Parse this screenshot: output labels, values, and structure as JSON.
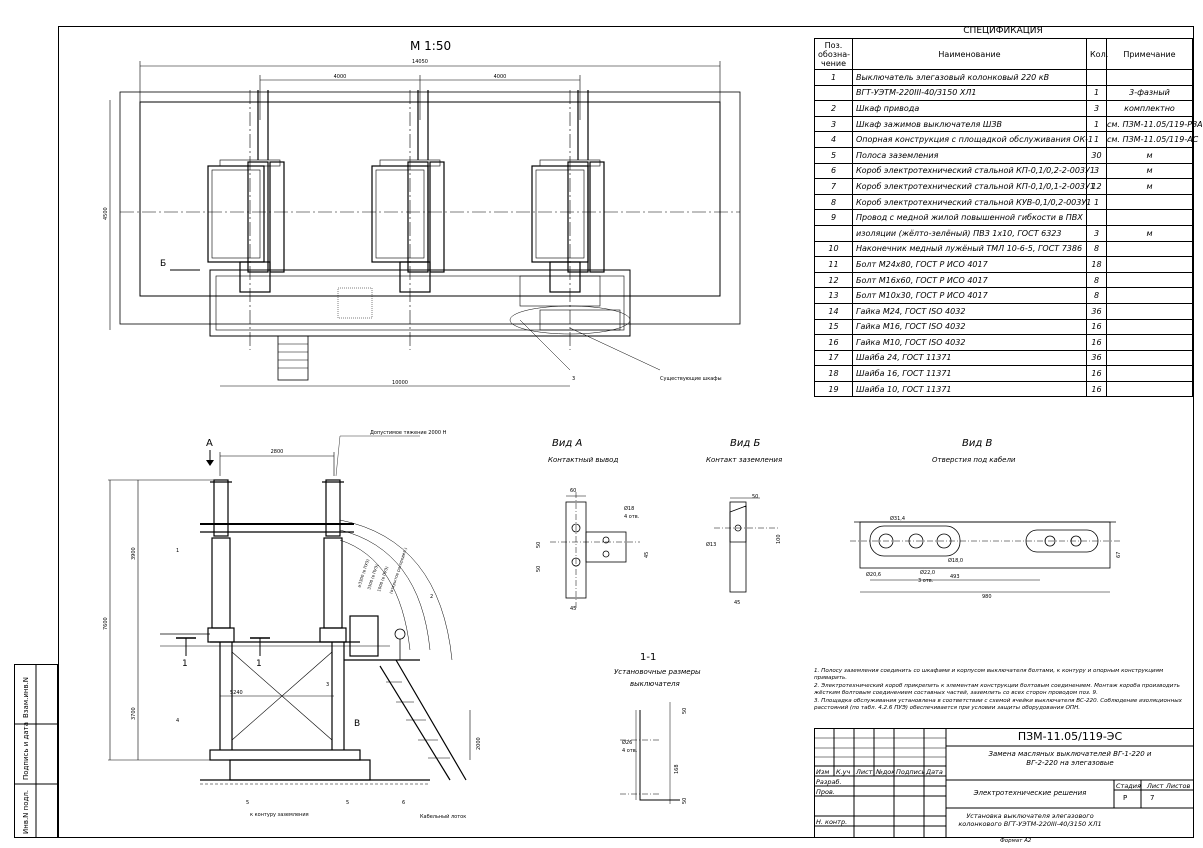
{
  "scale_label": "М 1:50",
  "spec": {
    "caption": "СПЕЦИФИКАЦИЯ",
    "headers": {
      "pos": "Поз. обозна-чение",
      "name": "Наименование",
      "qty": "Кол.",
      "note": "Примечание"
    },
    "rows": [
      {
        "pos": "1",
        "name": "Выключатель элегазовый колонковый 220 кВ",
        "qty": "",
        "note": ""
      },
      {
        "pos": "",
        "name": "ВГТ-УЭТМ-220III-40/3150 ХЛ1",
        "qty": "1",
        "note": "3-фазный"
      },
      {
        "pos": "2",
        "name": "Шкаф привода",
        "qty": "3",
        "note": "комплектно"
      },
      {
        "pos": "3",
        "name": "Шкаф зажимов выключателя ШЗВ",
        "qty": "1",
        "note": "см. ПЗМ-11.05/119-РЗА"
      },
      {
        "pos": "4",
        "name": "Опорная конструкция с площадкой обслуживания ОК-1",
        "qty": "1",
        "note": "см. ПЗМ-11.05/119-АС"
      },
      {
        "pos": "5",
        "name": "Полоса заземления",
        "qty": "30",
        "note": "м"
      },
      {
        "pos": "6",
        "name": "Короб электротехнический стальной КП-0,1/0,2-2-003У1",
        "qty": "3",
        "note": "м"
      },
      {
        "pos": "7",
        "name": "Короб электротехнический стальной КП-0,1/0,1-2-003У1",
        "qty": "12",
        "note": "м"
      },
      {
        "pos": "8",
        "name": "Короб электротехнический стальной КУВ-0,1/0,2-003У1",
        "qty": "1",
        "note": ""
      },
      {
        "pos": "9",
        "name": "Провод с медной жилой повышенной гибкости в ПВХ",
        "qty": "",
        "note": ""
      },
      {
        "pos": "",
        "name": "изоляции (жёлто-зелёный) ПВЗ 1х10, ГОСТ 6323",
        "qty": "3",
        "note": "м"
      },
      {
        "pos": "10",
        "name": "Наконечник медный лужёный ТМЛ 10-6-5, ГОСТ 7386",
        "qty": "8",
        "note": ""
      },
      {
        "pos": "11",
        "name": "Болт М24х80, ГОСТ Р ИСО 4017",
        "qty": "18",
        "note": ""
      },
      {
        "pos": "12",
        "name": "Болт М16х60, ГОСТ Р ИСО 4017",
        "qty": "8",
        "note": ""
      },
      {
        "pos": "13",
        "name": "Болт М10х30, ГОСТ Р ИСО 4017",
        "qty": "8",
        "note": ""
      },
      {
        "pos": "14",
        "name": "Гайка М24, ГОСТ ISO 4032",
        "qty": "36",
        "note": ""
      },
      {
        "pos": "15",
        "name": "Гайка М16, ГОСТ ISO 4032",
        "qty": "16",
        "note": ""
      },
      {
        "pos": "16",
        "name": "Гайка М10, ГОСТ ISO 4032",
        "qty": "16",
        "note": ""
      },
      {
        "pos": "17",
        "name": "Шайба 24, ГОСТ 11371",
        "qty": "36",
        "note": ""
      },
      {
        "pos": "18",
        "name": "Шайба 16, ГОСТ 11371",
        "qty": "16",
        "note": ""
      },
      {
        "pos": "19",
        "name": "Шайба 10, ГОСТ 11371",
        "qty": "16",
        "note": ""
      }
    ]
  },
  "plan": {
    "dim_total": "14050",
    "dim_spacing_1": "4000",
    "dim_spacing_2": "4000",
    "dim_depth": "4500",
    "dim_bottom": "10000",
    "marker_b": "Б",
    "label_existing": "Существующие шкафы",
    "callout_3": "3"
  },
  "elevation": {
    "marker_a": "А",
    "load_note": "Допустимое тяжение 2000 Н",
    "dim_top": "2800",
    "dim_height_total": "7600",
    "dim_upper": "3900",
    "dim_lower": "3700",
    "dim_base": "5240",
    "dim_right": "2000",
    "section_mark": "1",
    "marker_v": "В",
    "label_ground": "к контуру заземления",
    "label_cable": "Кабельный лоток",
    "callouts": [
      "1",
      "2",
      "3",
      "4",
      "5",
      "5",
      "6"
    ],
    "clearance_1": "≥3300 (в ПУЭ)",
    "clearance_2": "3300 (в ПУЭ)",
    "clearance_3": "1000 (в ПУЭ)",
    "clearance_4": "(открытое распредел.)"
  },
  "view_a": {
    "title": "Вид А",
    "subtitle": "Контактный вывод",
    "dims": [
      "60",
      "Ø18",
      "4 отв.",
      "50",
      "50",
      "45",
      "45"
    ]
  },
  "view_b": {
    "title": "Вид Б",
    "subtitle": "Контакт заземления",
    "dims": [
      "50",
      "Ø13",
      "100",
      "45"
    ]
  },
  "view_v": {
    "title": "Вид В",
    "subtitle": "Отверстия под кабели",
    "dims": [
      "Ø31,4",
      "Ø18,0",
      "Ø20,6",
      "Ø22,0",
      "3 отв.",
      "493",
      "980",
      "67"
    ]
  },
  "section": {
    "title": "1-1",
    "subtitle": "Установочные размеры выключателя",
    "dims": [
      "50",
      "Ø26",
      "4 отв.",
      "168",
      "50"
    ]
  },
  "notes": [
    "1. Полосу заземления соединить со шкафами и корпусом выключателя болтами, к контуру и опорным конструкциям приварить.",
    "2. Электротехнический короб прикрепить к элементам конструкции болтовым соединением. Монтаж короба производить жёстким болтовым соединением составных частей, заземлить со всех сторон проводом поз. 9.",
    "3. Площадка обслуживания установлена в соответствии с схемой ячейки выключателя ВС-220. Соблюдение изоляционных расстояний (по табл. 4.2.6 ПУЭ) обеспечивается при условии защиты оборудования ОПН."
  ],
  "title_block": {
    "code": "ПЗМ-11.05/119-ЭС",
    "project": "Замена масляных выключателей ВГ-1-220 и ВГ-2-220 на элегазовые",
    "section": "Электротехнические решения",
    "sheet_title": "Установка выключателя элегазового колонкового ВГТ-УЭТМ-220III-40/3150 ХЛ1",
    "cols": [
      "Изм",
      "К.уч",
      "Лист",
      "№док",
      "Подпись",
      "Дата"
    ],
    "roles": [
      "Разраб.",
      "Пров.",
      "Н. контр."
    ],
    "stage_label": "Стадия",
    "sheet_label": "Лист",
    "sheets_label": "Листов",
    "stage": "Р",
    "sheet": "7",
    "format": "Формат А2"
  },
  "sidebar": {
    "labels": [
      "Взам.инв.N",
      "Подпись и дата",
      "Инв.N подл."
    ]
  }
}
